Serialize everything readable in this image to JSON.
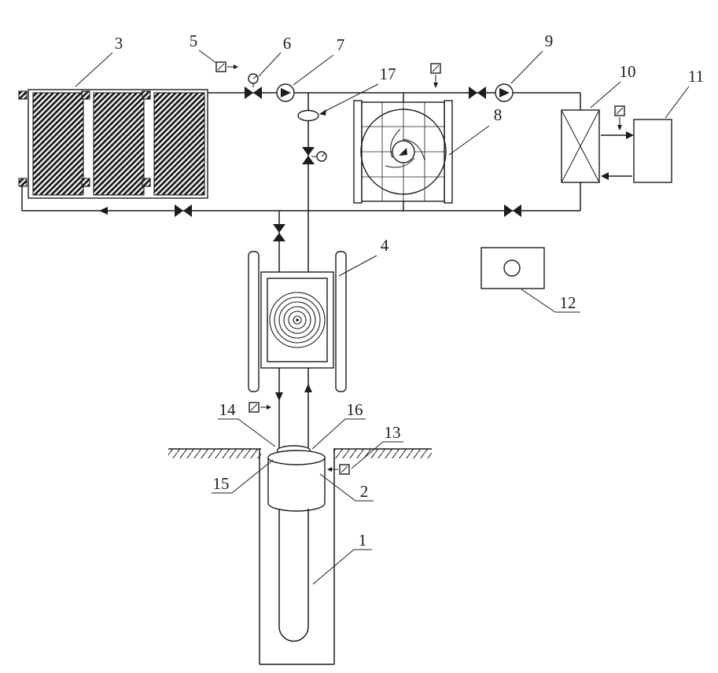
{
  "callouts": {
    "c1": "1",
    "c2": "2",
    "c3": "3",
    "c4": "4",
    "c5": "5",
    "c6": "6",
    "c7": "7",
    "c8": "8",
    "c9": "9",
    "c10": "10",
    "c11": "11",
    "c12": "12",
    "c13": "13",
    "c14": "14",
    "c15": "15",
    "c16": "16",
    "c17": "17"
  },
  "colors": {
    "line": "#1c1c1c",
    "background": "#ffffff"
  }
}
